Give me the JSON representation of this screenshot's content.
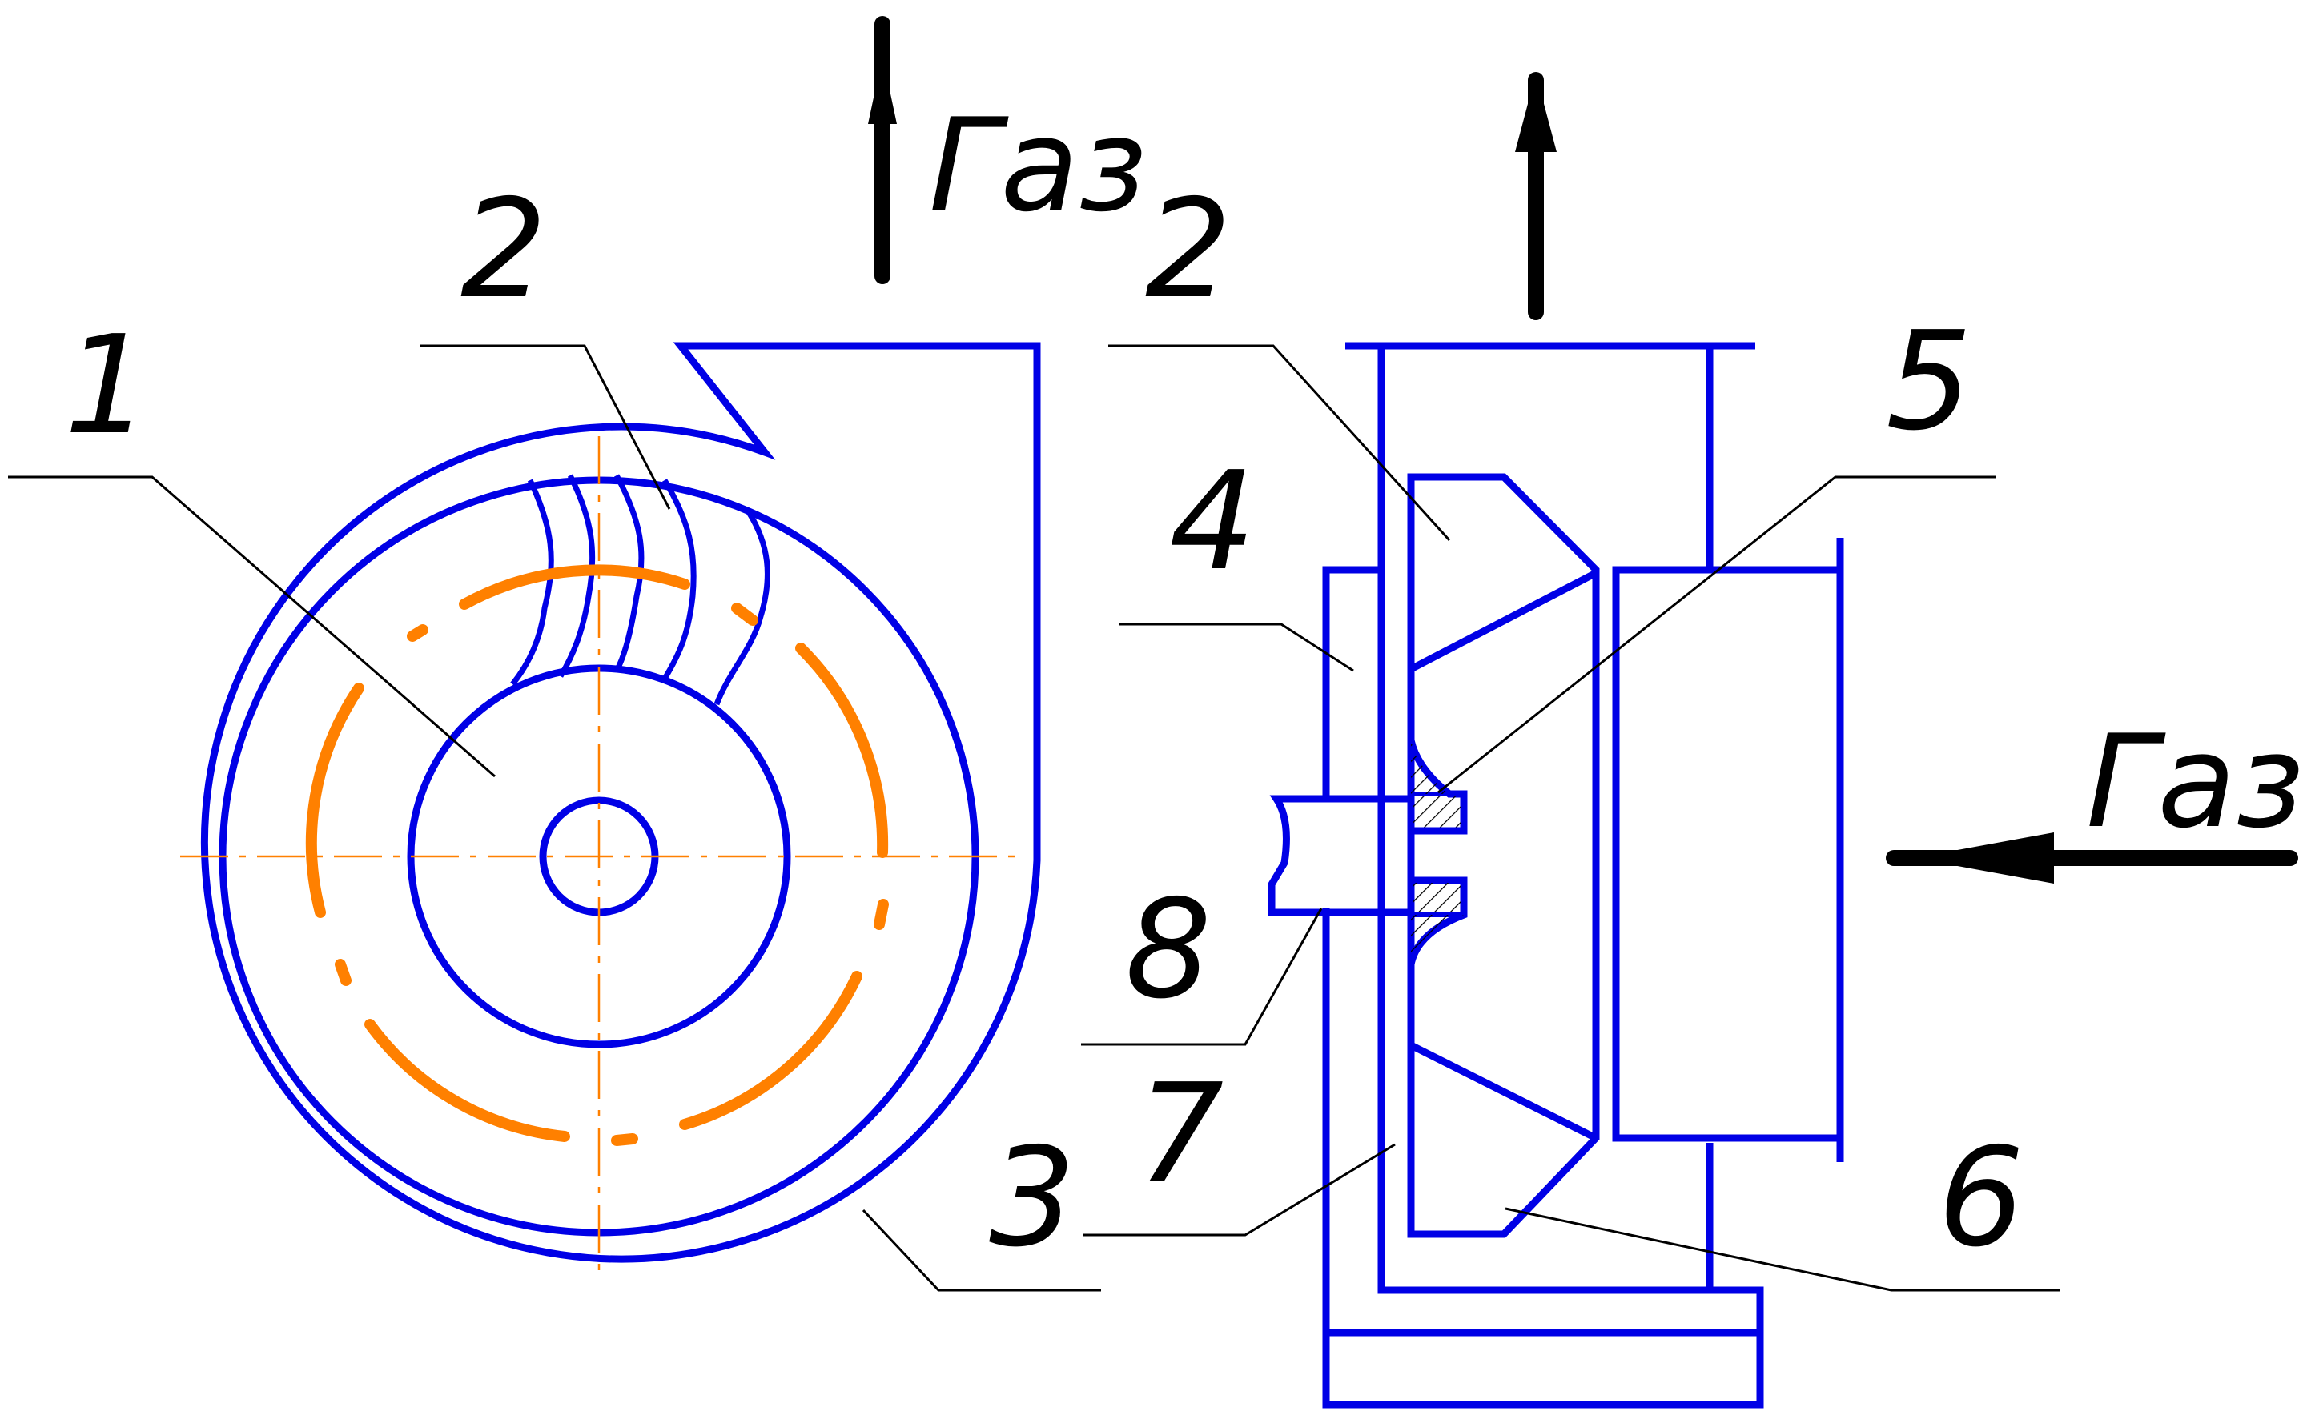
{
  "colors": {
    "outline": "#0000e6",
    "pitch_circle": "#ff8000",
    "text": "#000000"
  },
  "labels": {
    "gas_top": "Газ",
    "gas_right": "Газ",
    "part_1": "1",
    "part_2_left": "2",
    "part_2_right": "2",
    "part_3_left": "3",
    "part_4": "4",
    "part_5": "5",
    "part_6": "6",
    "part_7": "7",
    "part_8": "8"
  }
}
